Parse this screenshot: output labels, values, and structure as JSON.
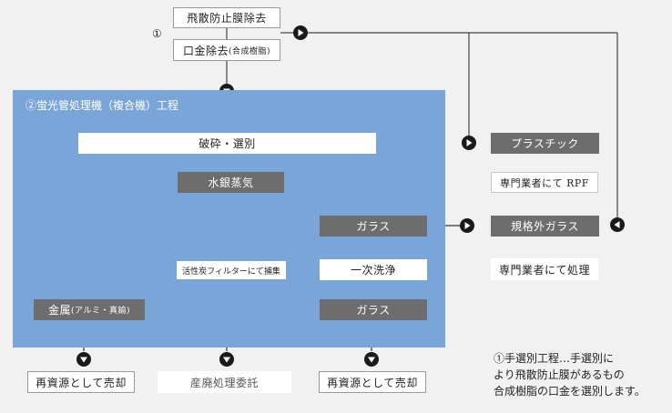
{
  "step1_marker": "①",
  "top": {
    "film_removal": "飛散防止膜除去",
    "cap_removal": "口金除去",
    "cap_removal_note": "(合成樹脂)"
  },
  "region_title": "②蛍光管処理機（複合機）工程",
  "process": {
    "crush": "破砕・選別",
    "mercury": "水銀蒸気",
    "glass_top": "ガラス",
    "filter": "活性炭フィルターにて捕集",
    "wash": "一次洗浄",
    "metal": "金属",
    "metal_note": "(アルミ・真鍮)",
    "glass_bottom": "ガラス"
  },
  "right": {
    "plastic": "プラスチック",
    "rpf": "専門業者にて RPF",
    "nonstandard_glass": "規格外ガラス",
    "specialist": "専門業者にて処理"
  },
  "outputs": {
    "sell_left": "再資源として売却",
    "waste": "産廃処理委託",
    "sell_right": "再資源として売却"
  },
  "note_lines": [
    "①手選別工程…手選別に",
    "より飛散防止膜があるもの",
    "合成樹脂の口金を選別します。"
  ],
  "colors": {
    "region": "#7aa5d8",
    "dark_box": "#6d6d6d",
    "arrow": "#1a1a1a"
  }
}
